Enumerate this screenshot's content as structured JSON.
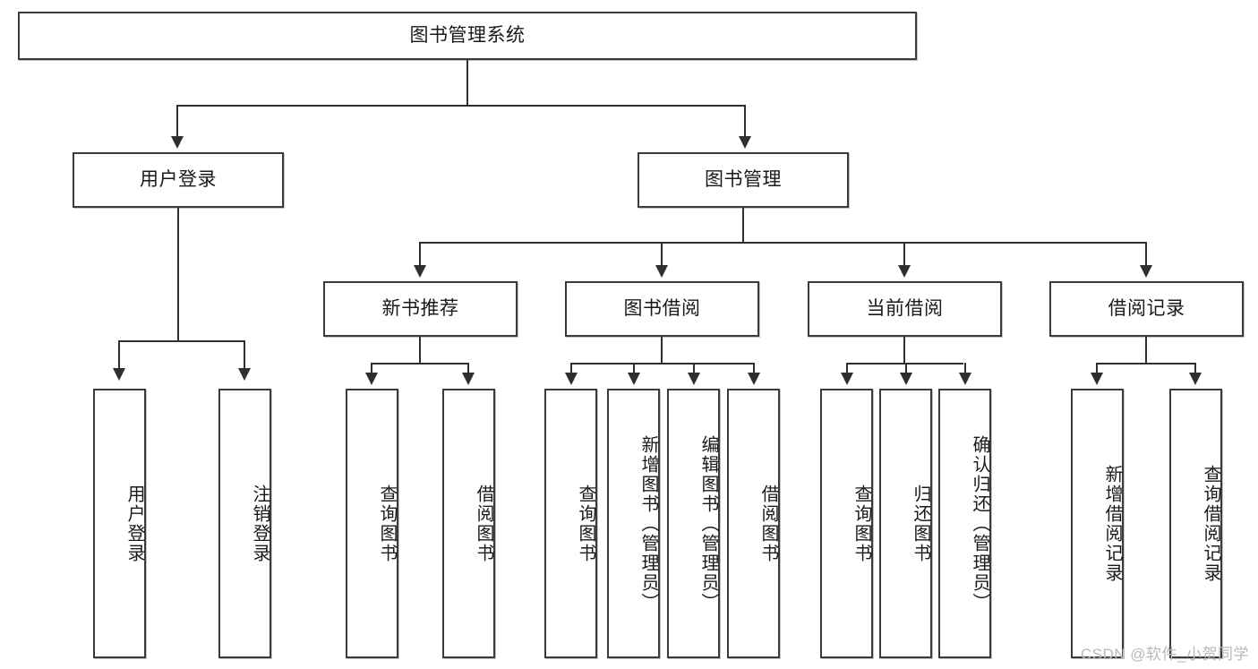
{
  "diagram": {
    "title": "图书管理系统",
    "root": {
      "label": "图书管理系统"
    },
    "level1": [
      {
        "label": "用户登录"
      },
      {
        "label": "图书管理"
      }
    ],
    "level2": [
      {
        "label": "新书推荐"
      },
      {
        "label": "图书借阅"
      },
      {
        "label": "当前借阅"
      },
      {
        "label": "借阅记录"
      }
    ],
    "leaves": {
      "user_login": [
        {
          "label": "用户登录"
        },
        {
          "label": "注销登录"
        }
      ],
      "new_book_recommend": [
        {
          "label": "查询图书"
        },
        {
          "label": "借阅图书"
        }
      ],
      "book_borrow": [
        {
          "label": "查询图书"
        },
        {
          "label": "新增图书（管理员）"
        },
        {
          "label": "编辑图书（管理员）"
        },
        {
          "label": "借阅图书"
        }
      ],
      "current_borrow": [
        {
          "label": "查询图书"
        },
        {
          "label": "归还图书"
        },
        {
          "label": "确认归还（管理员）"
        }
      ],
      "borrow_record": [
        {
          "label": "新增借阅记录"
        },
        {
          "label": "查询借阅记录"
        }
      ]
    }
  },
  "watermark": {
    "text": "CSDN @软件_小贺同学"
  },
  "colors": {
    "border": "#3b3b3b",
    "connector": "#2f2f2f",
    "text": "#1a1a1a",
    "background": "#ffffff",
    "watermark": "#b9b9b9"
  }
}
